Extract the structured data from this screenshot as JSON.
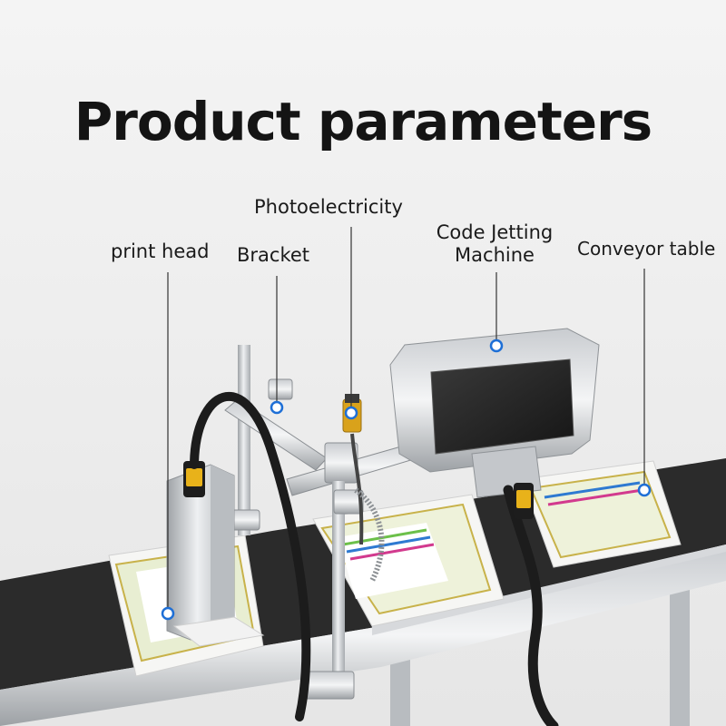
{
  "title": "Product parameters",
  "labels": {
    "print_head": "print head",
    "bracket": "Bracket",
    "photoelectricity": "Photoelectricity",
    "code_jetting_line1": "Code Jetting",
    "code_jetting_line2": "Machine",
    "conveyor_table": "Conveyor table"
  },
  "colors": {
    "background": "#f2f2f2",
    "belt": "#2b2b2b",
    "marker": "#1e6fd6",
    "sensor": "#d9a21b",
    "cable_accent": "#e8b21a"
  }
}
